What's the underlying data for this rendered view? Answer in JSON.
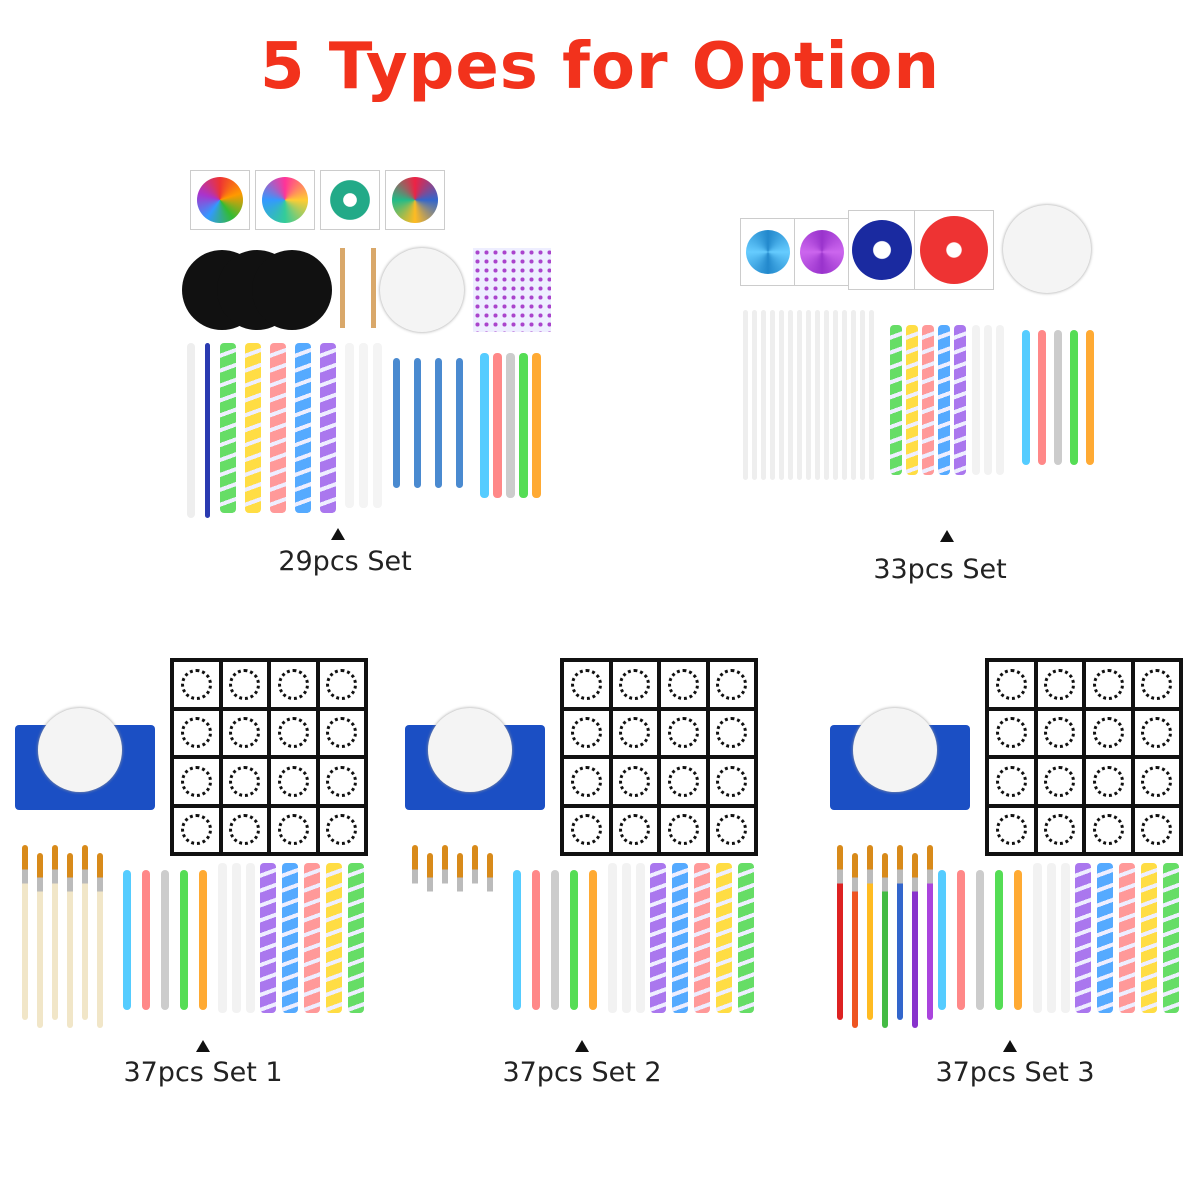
{
  "title": "5 Types for Option",
  "sets": [
    {
      "label": "29pcs Set",
      "marker": "▲"
    },
    {
      "label": "33pcs Set",
      "marker": "▲"
    },
    {
      "label": "37pcs Set 1",
      "marker": "▲"
    },
    {
      "label": "37pcs Set 2",
      "marker": "▲"
    },
    {
      "label": "37pcs Set 3",
      "marker": "▲"
    }
  ],
  "colors": {
    "title": "#f2321c",
    "bag": "#1b4fc4"
  }
}
